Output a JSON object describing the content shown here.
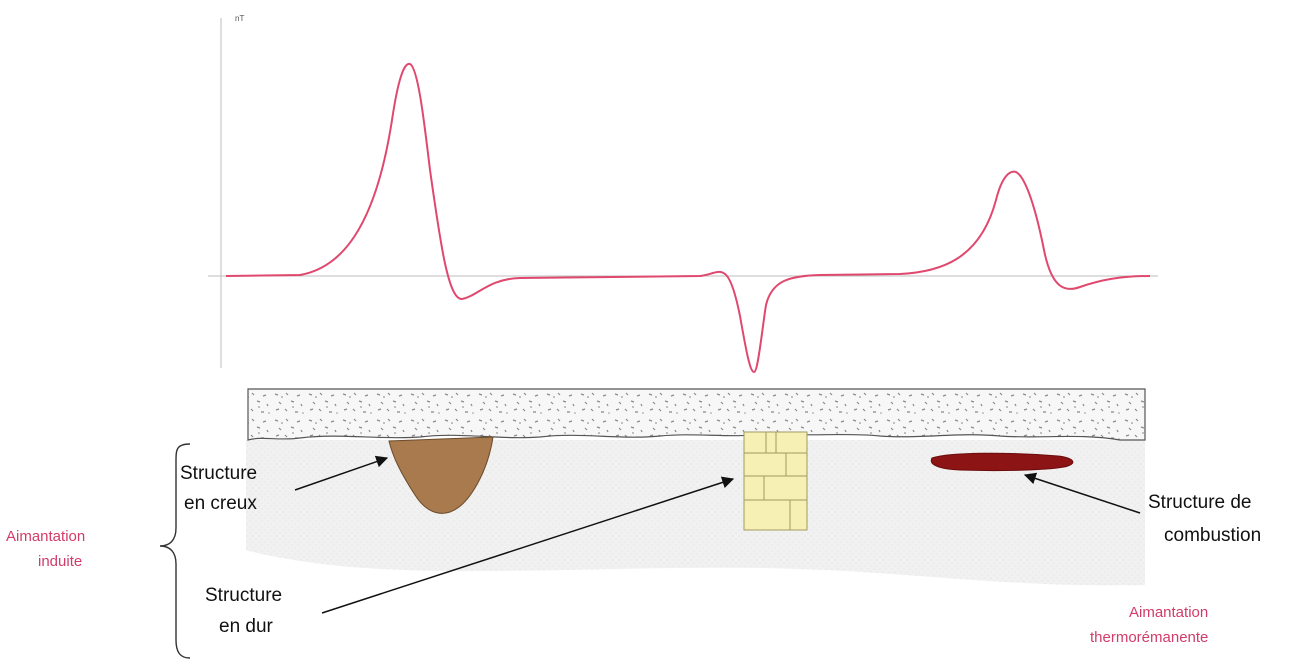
{
  "colors": {
    "curve": "#e0486e",
    "pink_text": "#d23c6a",
    "axis": "#bdbdbd",
    "soil_fill": "#f2f2f2",
    "topsoil_fill": "#f7f7f7",
    "pit_fill": "#a87a4e",
    "wall_fill": "#f6f0b4",
    "hearth_fill": "#8c1414"
  },
  "axis": {
    "unit": "nT"
  },
  "labels": {
    "pit": {
      "line1": "Structure",
      "line2": "en creux"
    },
    "wall": {
      "line1": "Structure",
      "line2": "en dur"
    },
    "hearth": {
      "line1": "Structure de",
      "line2": "combustion"
    },
    "induced": {
      "line1": "Aimantation",
      "line2": "induite"
    },
    "thermo": {
      "line1": "Aimantation",
      "line2": "thermorémanente"
    }
  }
}
